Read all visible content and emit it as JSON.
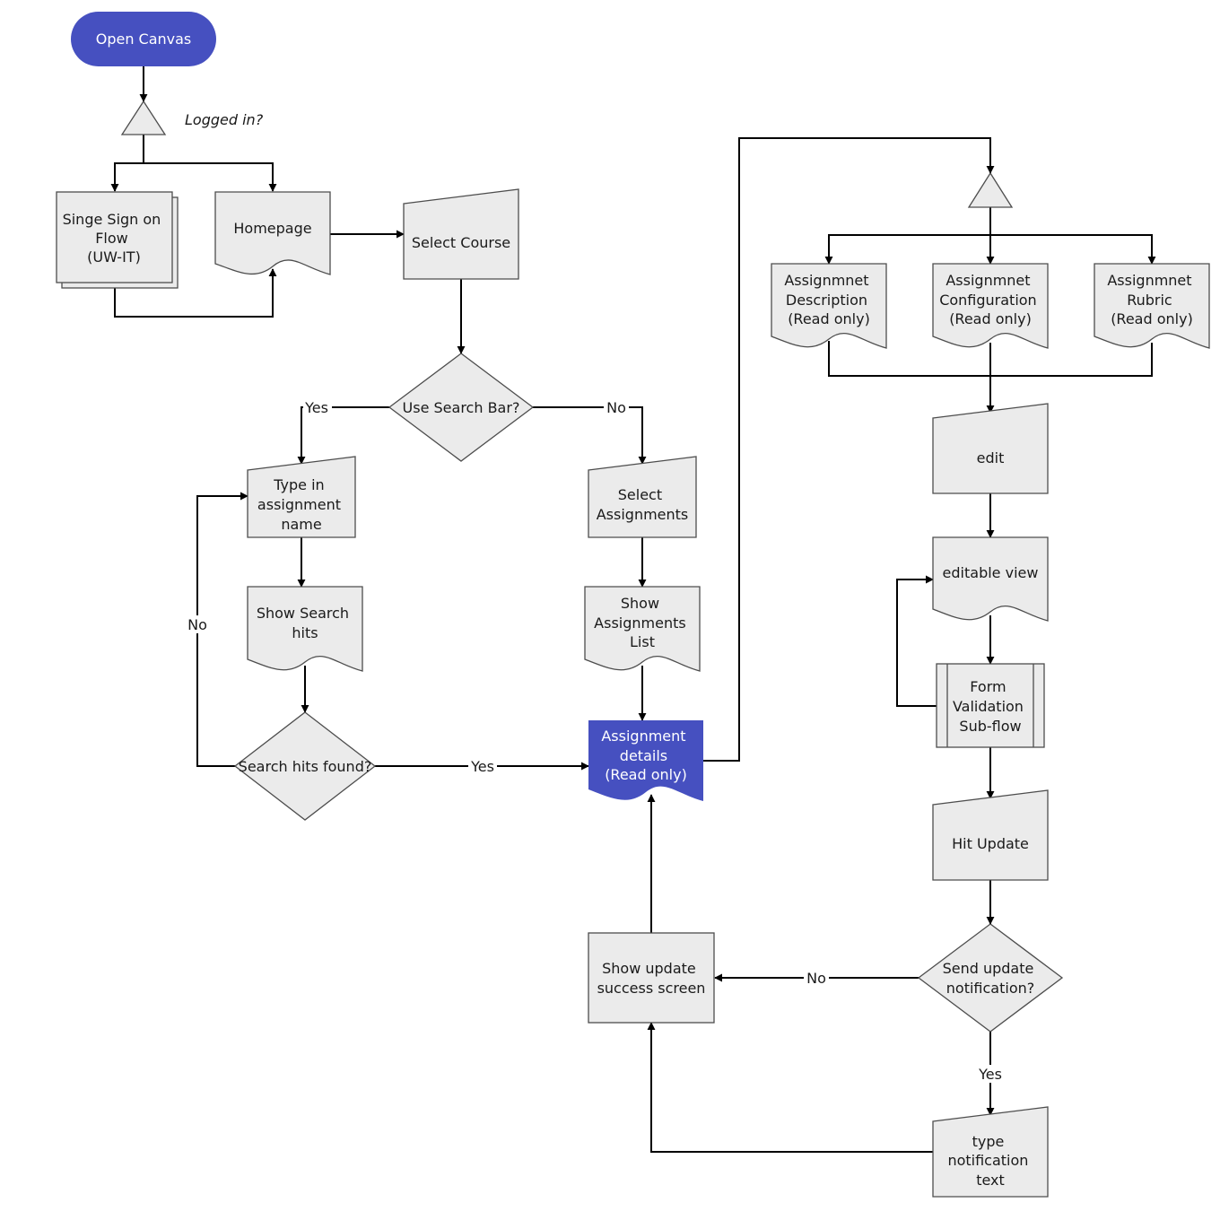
{
  "nodes": {
    "open_canvas": "Open Canvas",
    "logged_in_annotation": "Logged in?",
    "single_sign_on": [
      "Singe Sign on",
      "Flow",
      "(UW-IT)"
    ],
    "homepage": "Homepage",
    "select_course": "Select Course",
    "use_search_bar": "Use Search Bar?",
    "type_assignment_name": [
      "Type in",
      "assignment",
      "name"
    ],
    "show_search_hits": [
      "Show Search",
      "hits"
    ],
    "search_hits_found": "Search  hits found?",
    "select_assignments": [
      "Select",
      "Assignments"
    ],
    "show_assignments_list": [
      "Show",
      "Assignments",
      "List"
    ],
    "assignment_details": [
      "Assignment",
      "details",
      "(Read only)"
    ],
    "assignment_description": [
      "Assignmnet",
      "Description",
      "(Read only)"
    ],
    "assignment_configuration": [
      "Assignmnet",
      "Configuration",
      "(Read only)"
    ],
    "assignment_rubric": [
      "Assignmnet",
      "Rubric",
      "(Read only)"
    ],
    "edit": "edit",
    "editable_view": "editable view",
    "form_validation": [
      "Form",
      "Validation",
      "Sub-flow"
    ],
    "hit_update": "Hit Update",
    "send_update_notification": [
      "Send update",
      "notification?"
    ],
    "show_update_success": [
      "Show update",
      "success screen"
    ],
    "type_notification_text": [
      "type",
      "notification",
      "text"
    ]
  },
  "edge_labels": {
    "search_yes": "Yes",
    "search_no": "No",
    "hits_no": "No",
    "hits_yes": "Yes",
    "notify_no": "No",
    "notify_yes": "Yes"
  },
  "colors": {
    "accent": "#4650c0",
    "shape_fill": "#ebebeb",
    "shape_stroke": "#4d4d4d",
    "edge": "#000000"
  }
}
